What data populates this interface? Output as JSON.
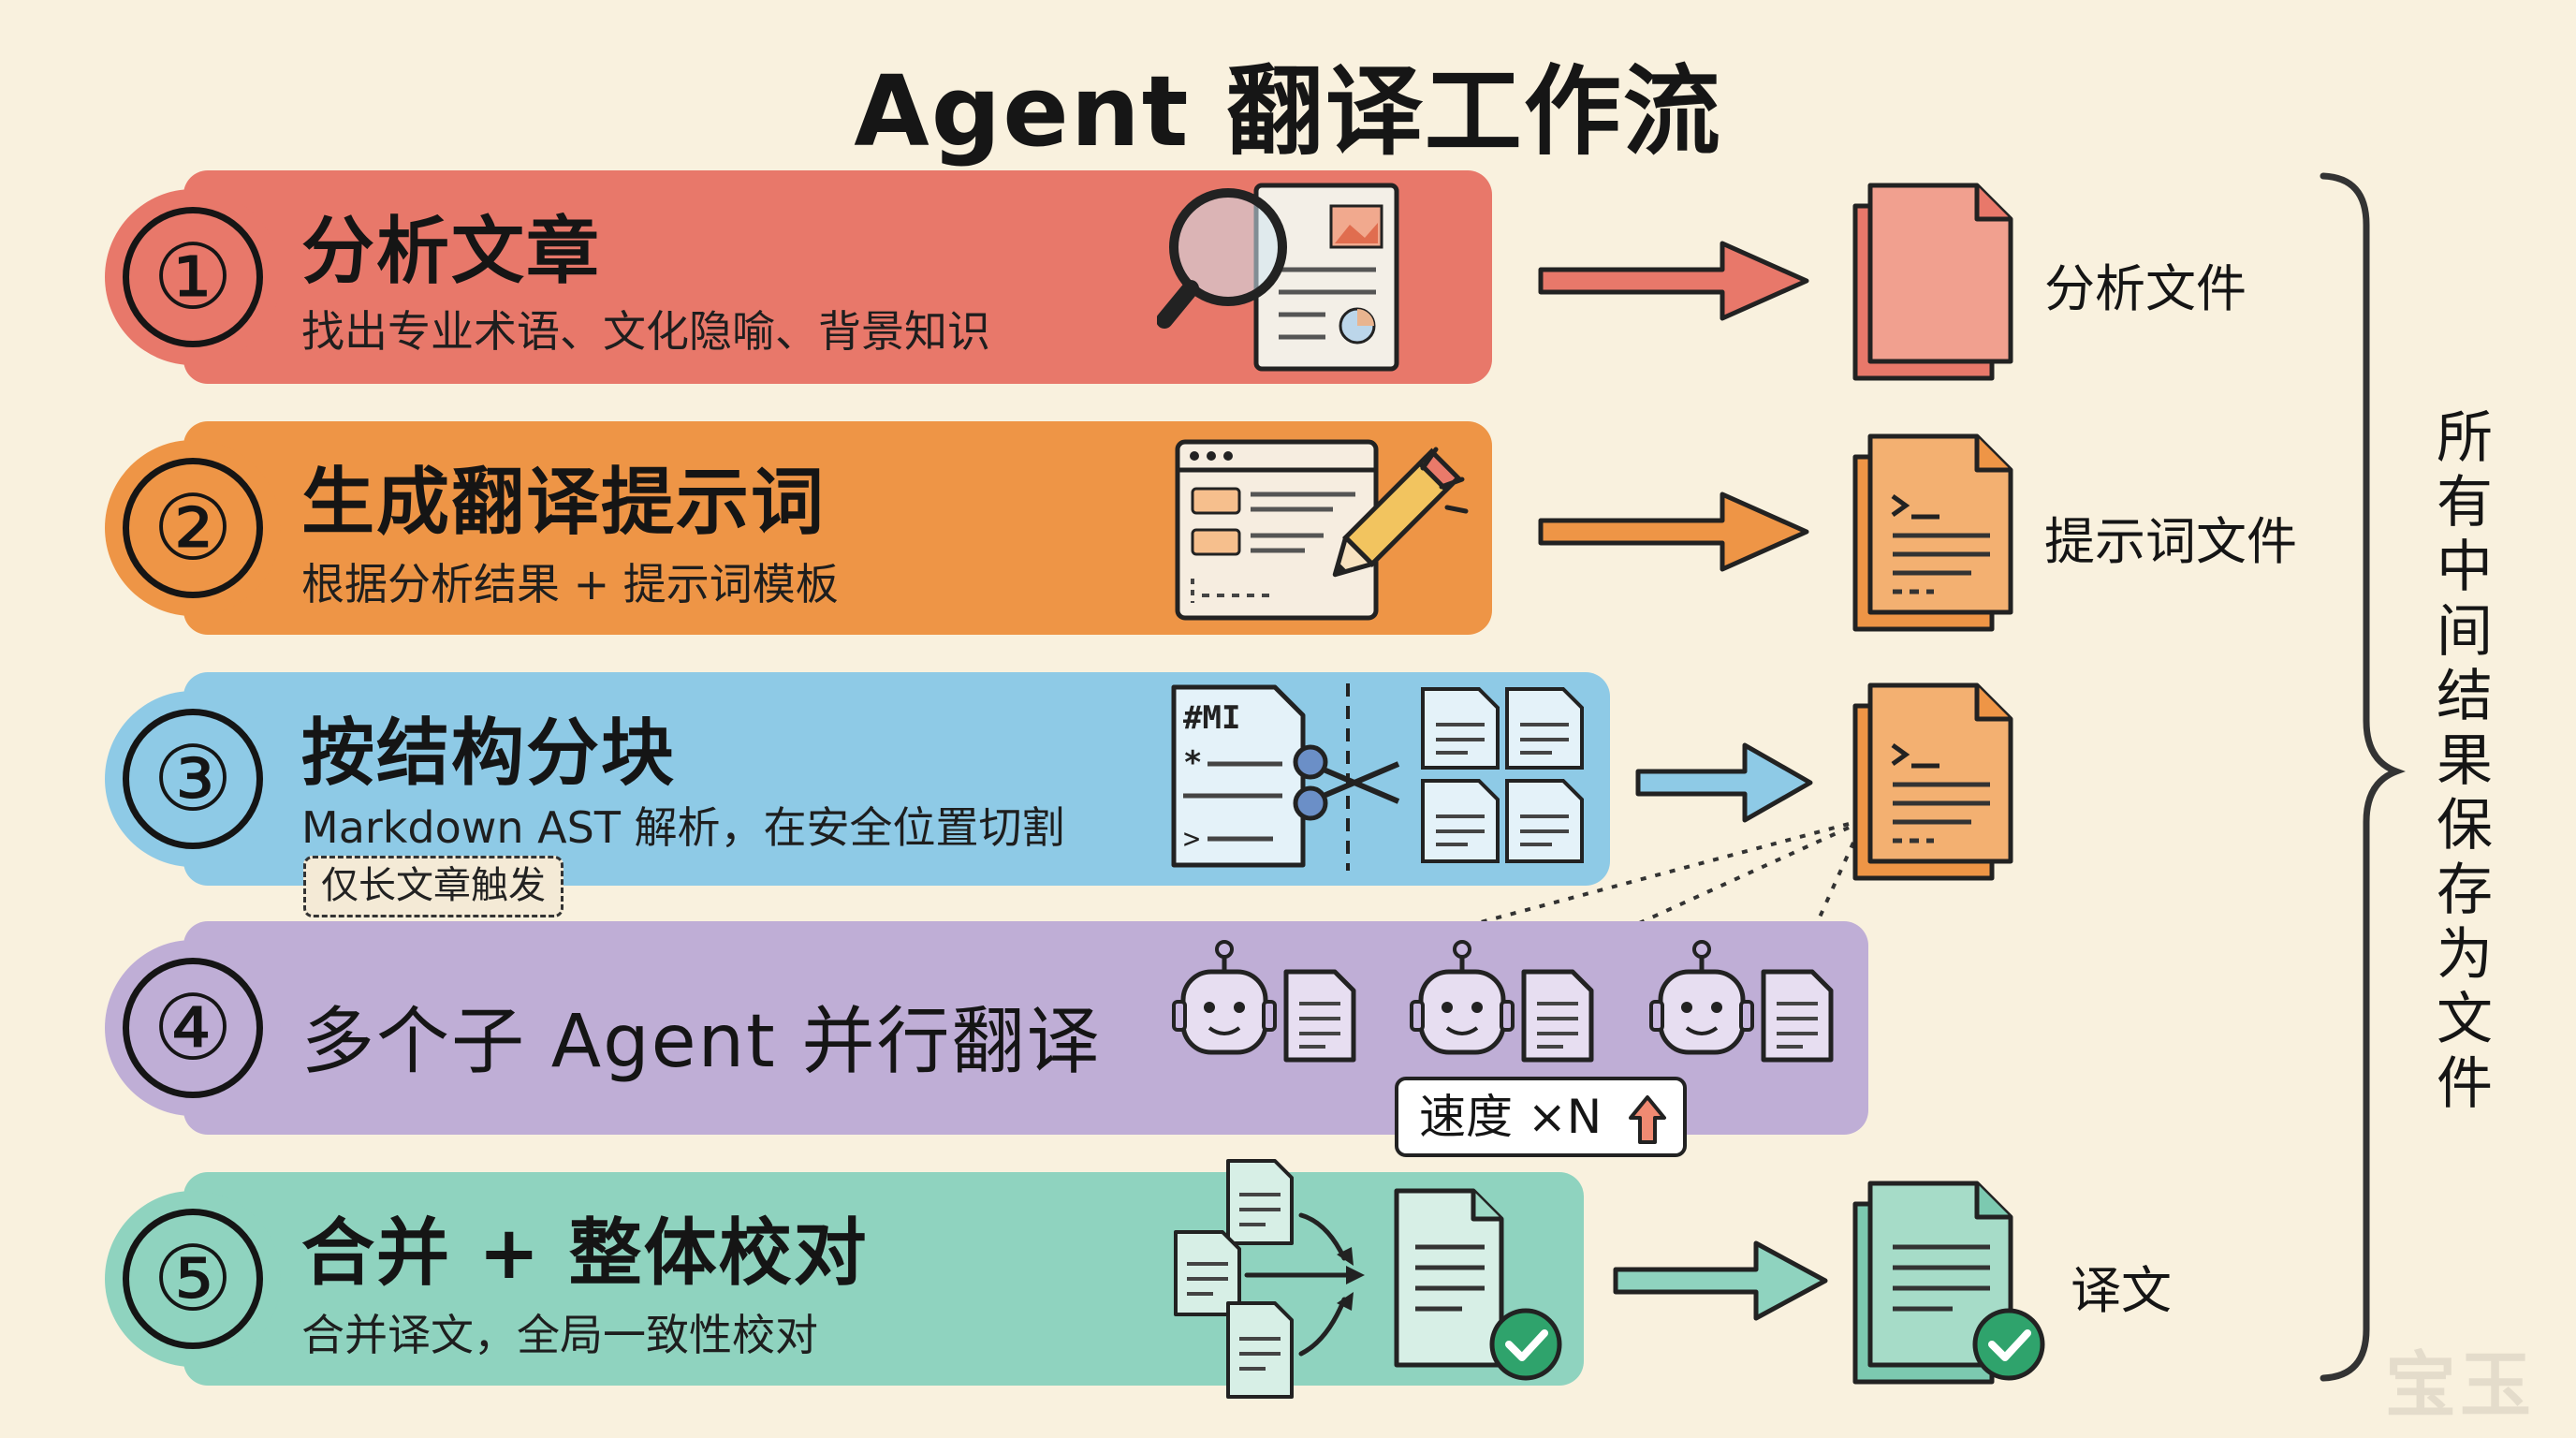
{
  "title": "Agent 翻译工作流",
  "steps": [
    {
      "num": "①",
      "title": "分析文章",
      "desc": "找出专业术语、文化隐喻、背景知识"
    },
    {
      "num": "②",
      "title": "生成翻译提示词",
      "desc": "根据分析结果 + 提示词模板"
    },
    {
      "num": "③",
      "title": "按结构分块",
      "desc": "Markdown AST 解析，在安全位置切割",
      "tag": "仅长文章触发"
    },
    {
      "num": "④",
      "title": "多个子 Agent 并行翻译",
      "badge": "速度 ×N"
    },
    {
      "num": "⑤",
      "title": "合并 + 整体校对",
      "desc": "合并译文，全局一致性校对"
    }
  ],
  "outputs": {
    "analysis_file": "分析文件",
    "prompt_file": "提示词文件",
    "translation": "译文"
  },
  "side_label": [
    "所",
    "有",
    "中",
    "间",
    "结",
    "果",
    "保",
    "存",
    "为",
    "文",
    "件"
  ],
  "watermark": "宝玉",
  "colors": {
    "background": "#f9f1de",
    "step1": "#e8786a",
    "step2": "#ee9546",
    "step3": "#8ecae6",
    "step4": "#bfaed6",
    "step5": "#8fd3bf"
  },
  "icons": [
    "magnifier-document-icon",
    "prompt-editor-icon",
    "pencil-icon",
    "scissors-icon",
    "document-icon",
    "robot-icon",
    "up-arrow-icon",
    "merge-arrows-icon",
    "check-badge-icon",
    "terminal-file-icon",
    "file-stack-icon",
    "right-arrow-icon",
    "brace-icon"
  ]
}
